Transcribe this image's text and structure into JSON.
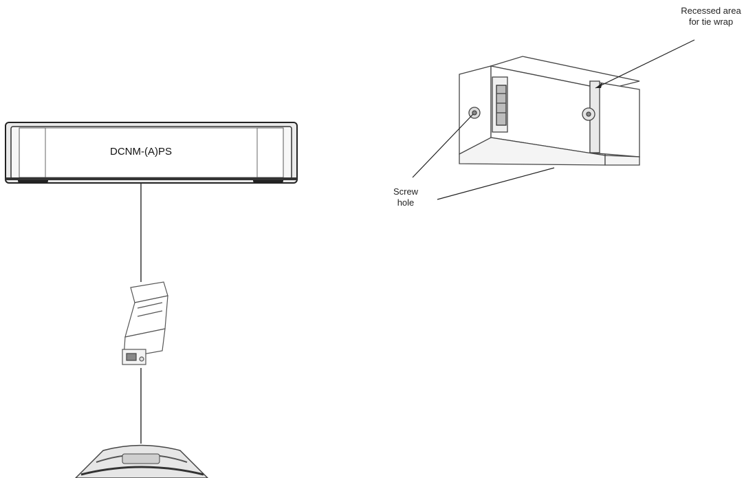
{
  "power_supply": {
    "label": "DCNM-(A)PS",
    "icon": "power-supply-unit"
  },
  "callouts": {
    "recessed_line1": "Recessed area",
    "recessed_line2": "for tie wrap",
    "screw_line1": "Screw",
    "screw_line2": "hole"
  },
  "icons": {
    "splitter_small": "cable-splitter-icon",
    "splitter_large": "cable-splitter-detail",
    "device": "discussion-device-icon"
  }
}
